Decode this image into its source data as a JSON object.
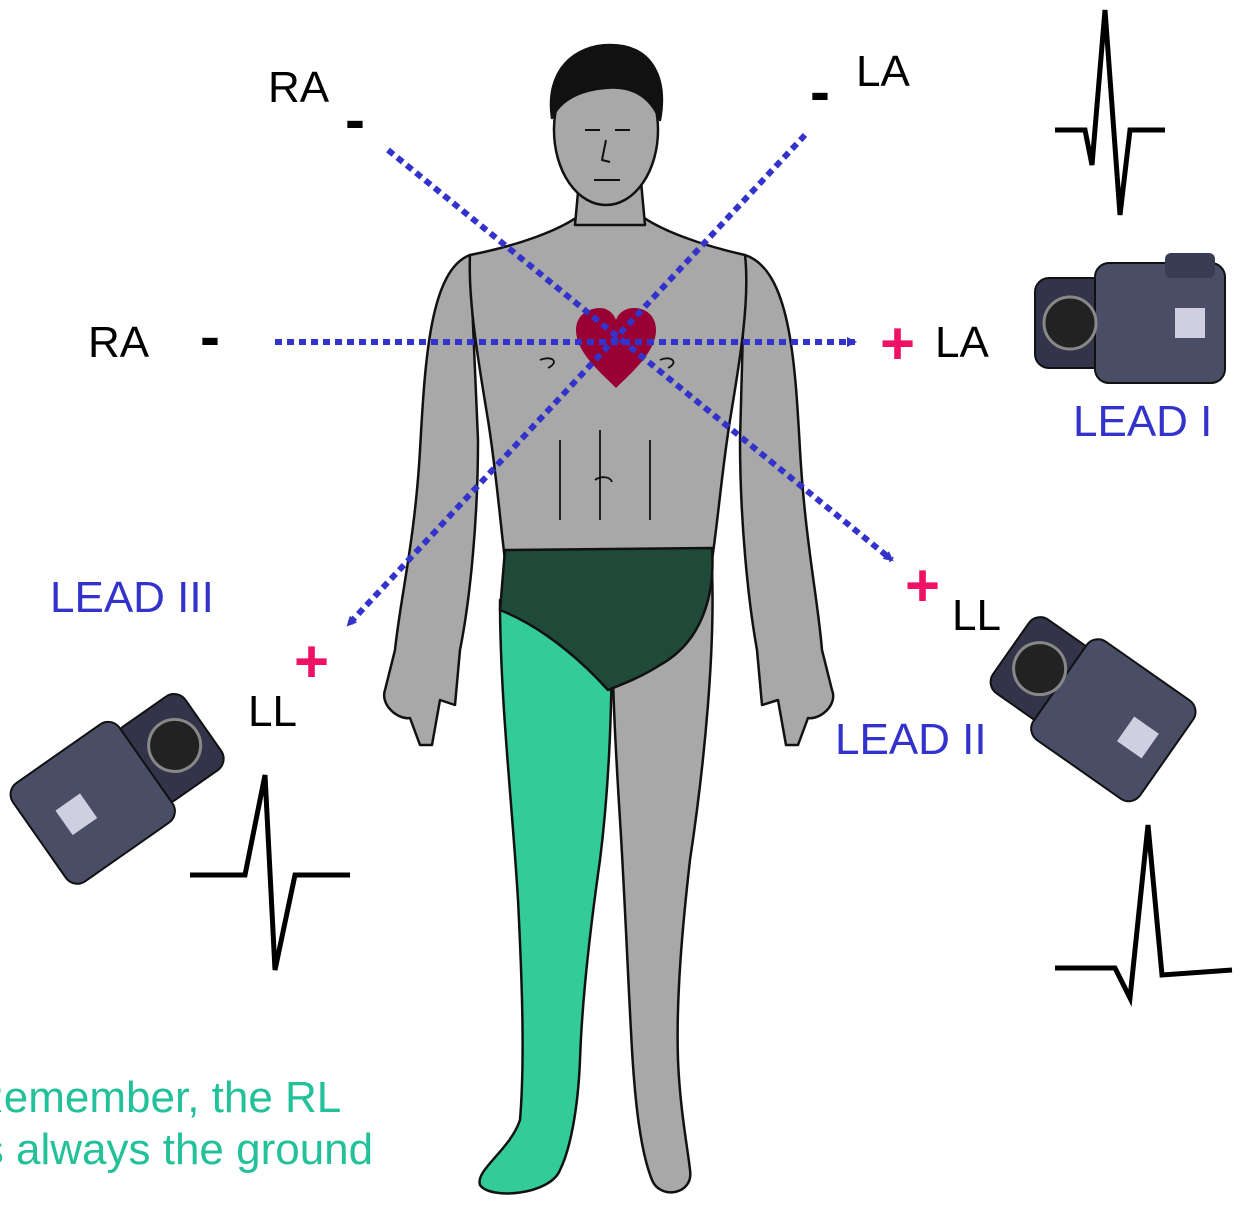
{
  "labels": {
    "ra_top": "RA",
    "la_top": "LA",
    "ra_mid": "RA",
    "la_mid": "LA",
    "ll_left": "LL",
    "ll_right": "LL"
  },
  "signs": {
    "minus": "-",
    "plus": "+"
  },
  "leads": {
    "lead_i": "LEAD I",
    "lead_ii": "LEAD II",
    "lead_iii": "LEAD III"
  },
  "note": {
    "line1": "Remember, the RL",
    "line2": "is always the ground"
  },
  "colors": {
    "lead_text": "#3333cc",
    "plus_sign": "#ee1166",
    "axis_arrow": "#3333cc",
    "heart": "#990033",
    "skin": "#a8a8a8",
    "right_leg_ground": "#33cc99",
    "underwear": "#1f4a3a",
    "note_text": "#22c19a"
  },
  "icons": {
    "camera": "camera-icon",
    "heart": "heart-icon",
    "ecg": "ecg-waveform-icon"
  }
}
